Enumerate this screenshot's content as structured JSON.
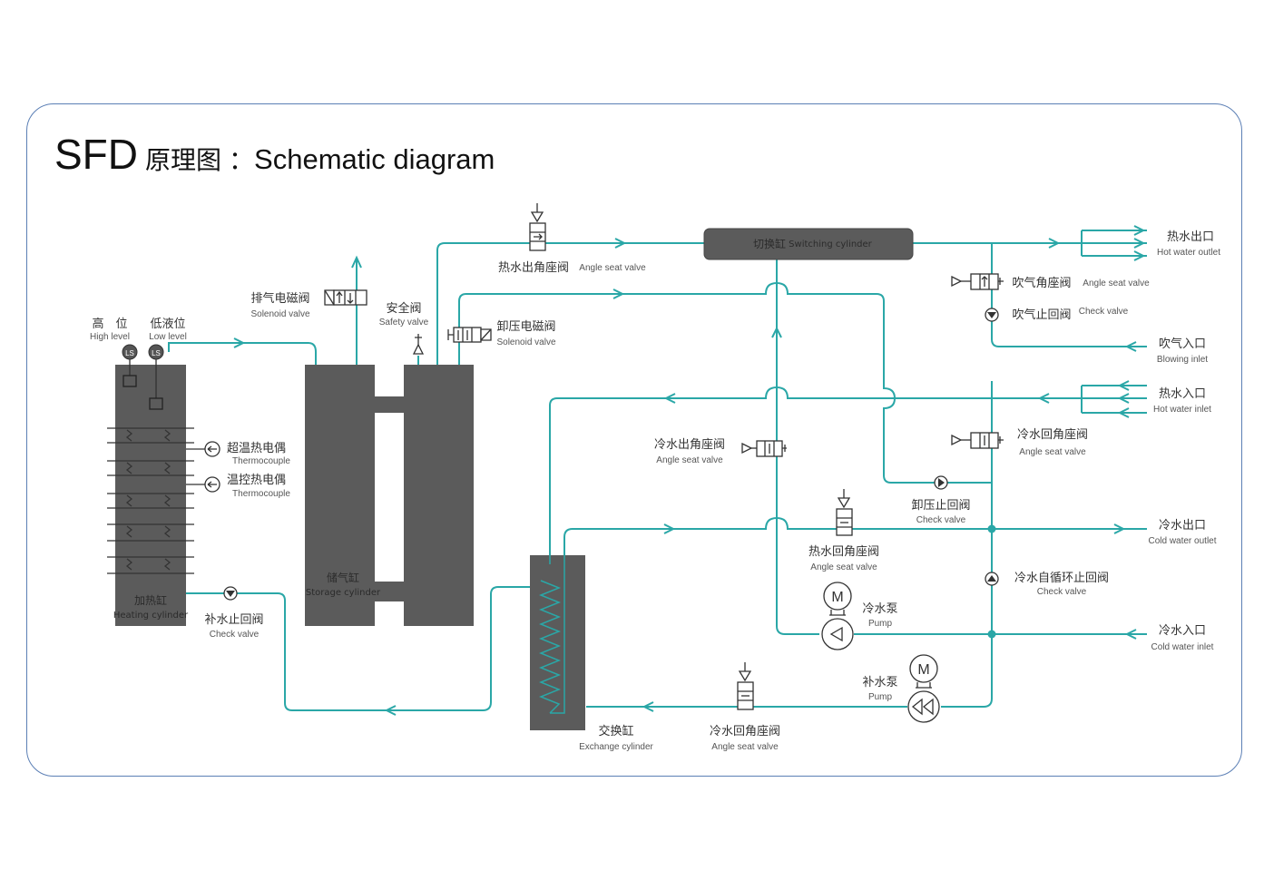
{
  "title": {
    "code": "SFD",
    "cn": "原理图",
    "sep": "：",
    "en": "Schematic diagram"
  },
  "components": {
    "high_level": {
      "cn": "高　位",
      "en": "High level",
      "badge": "LS"
    },
    "low_level": {
      "cn": "低液位",
      "en": "Low level",
      "badge": "LS"
    },
    "heating_cylinder": {
      "cn": "加热缸",
      "en": "Heating cylinder"
    },
    "storage_cylinder": {
      "cn": "储气缸",
      "en": "Storage cylinder"
    },
    "exchange_cylinder": {
      "cn": "交换缸",
      "en": "Exchange cylinder"
    },
    "switching_cylinder": {
      "cn": "切换缸",
      "en": "Switching cylinder"
    },
    "over_temp_thermocouple": {
      "cn": "超温热电偶",
      "en": "Thermocouple"
    },
    "temp_control_thermocouple": {
      "cn": "温控热电偶",
      "en": "Thermocouple"
    },
    "exhaust_solenoid": {
      "cn": "排气电磁阀",
      "en": "Solenoid valve"
    },
    "safety_valve": {
      "cn": "安全阀",
      "en": "Safety valve"
    },
    "relief_solenoid": {
      "cn": "卸压电磁阀",
      "en": "Solenoid valve"
    },
    "hot_water_outlet_valve": {
      "cn": "热水出角座阀",
      "en": "Angle seat valve"
    },
    "blowing_angle_valve": {
      "cn": "吹气角座阀",
      "en": "Angle seat valve"
    },
    "blowing_check_valve": {
      "cn": "吹气止回阀",
      "en": "Check valve"
    },
    "cold_water_outlet_valve": {
      "cn": "冷水出角座阀",
      "en": "Angle seat valve"
    },
    "cold_water_return_valve_right": {
      "cn": "冷水回角座阀",
      "en": "Angle seat valve"
    },
    "relief_check_valve": {
      "cn": "卸压止回阀",
      "en": "Check valve"
    },
    "hot_water_return_valve": {
      "cn": "热水回角座阀",
      "en": "Angle seat valve"
    },
    "cold_water_self_circ_check": {
      "cn": "冷水自循环止回阀",
      "en": "Check valve"
    },
    "cold_water_pump": {
      "cn": "冷水泵",
      "en": "Pump",
      "badge": "M"
    },
    "makeup_pump": {
      "cn": "补水泵",
      "en": "Pump",
      "badge": "M"
    },
    "makeup_check_valve": {
      "cn": "补水止回阀",
      "en": "Check valve"
    },
    "cold_water_return_valve_bottom": {
      "cn": "冷水回角座阀",
      "en": "Angle seat valve"
    }
  },
  "ports": {
    "hot_water_outlet": {
      "cn": "热水出口",
      "en": "Hot water outlet"
    },
    "blowing_inlet": {
      "cn": "吹气入口",
      "en": "Blowing inlet"
    },
    "hot_water_inlet": {
      "cn": "热水入口",
      "en": "Hot water inlet"
    },
    "cold_water_outlet": {
      "cn": "冷水出口",
      "en": "Cold water outlet"
    },
    "cold_water_inlet": {
      "cn": "冷水入口",
      "en": "Cold water inlet"
    }
  },
  "colors": {
    "pipe": "#2aa7a7",
    "cylinder": "#5b5b5b",
    "frame": "#5b7fb5"
  }
}
